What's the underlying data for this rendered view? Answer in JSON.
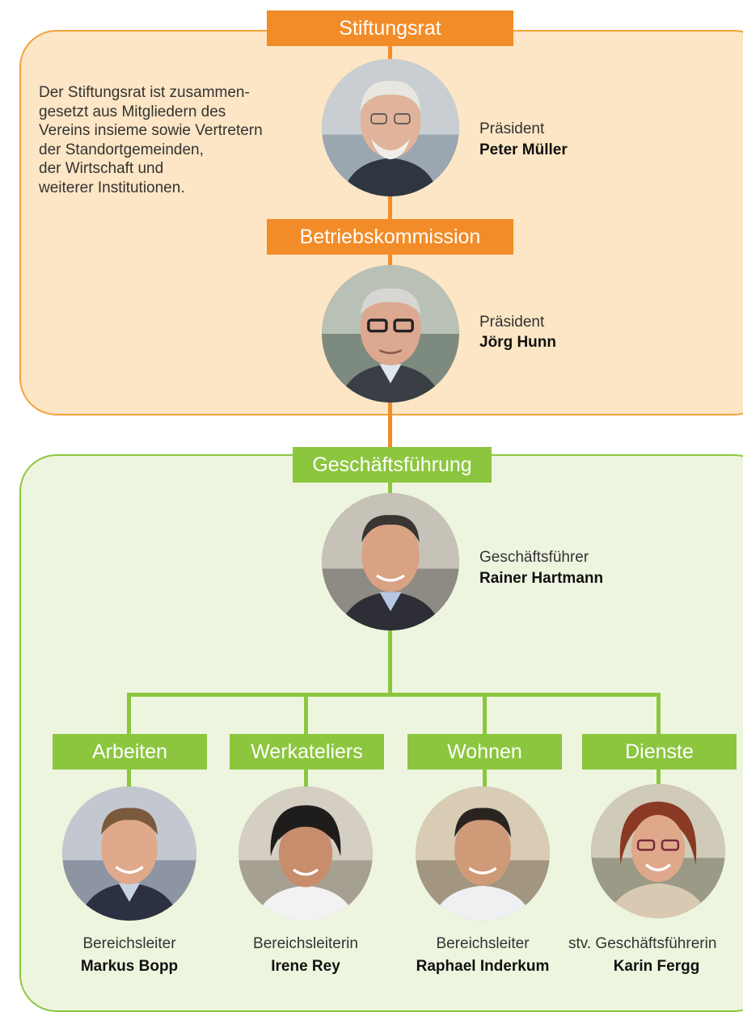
{
  "board": {
    "label": "Stiftungsrat",
    "description_lines": [
      "Der Stiftungsrat ist zusammen-",
      "gesetzt aus Mitgliedern des",
      "Vereins insieme sowie Vertretern",
      "der Standortgemeinden,",
      "der Wirtschaft und",
      "weiterer Institutionen."
    ],
    "role": "Präsident",
    "name": "Peter Müller"
  },
  "commission": {
    "label": "Betriebskommission",
    "role": "Präsident",
    "name": "Jörg Hunn"
  },
  "management": {
    "label": "Geschäftsführung",
    "role": "Geschäftsführer",
    "name": "Rainer Hartmann"
  },
  "departments": [
    {
      "label": "Arbeiten",
      "role": "Bereichsleiter",
      "name": "Markus Bopp"
    },
    {
      "label": "Werkateliers",
      "role": "Bereichsleiterin",
      "name": "Irene Rey"
    },
    {
      "label": "Wohnen",
      "role": "Bereichsleiter",
      "name": "Raphael Inderkum"
    },
    {
      "label": "Dienste",
      "role": "stv. Geschäftsführerin",
      "name": "Karin Fergg"
    }
  ],
  "colors": {
    "orange": "#f28c28",
    "orange_bg": "#fde6c5",
    "green": "#8cc63f",
    "green_bg": "#eef5df"
  }
}
